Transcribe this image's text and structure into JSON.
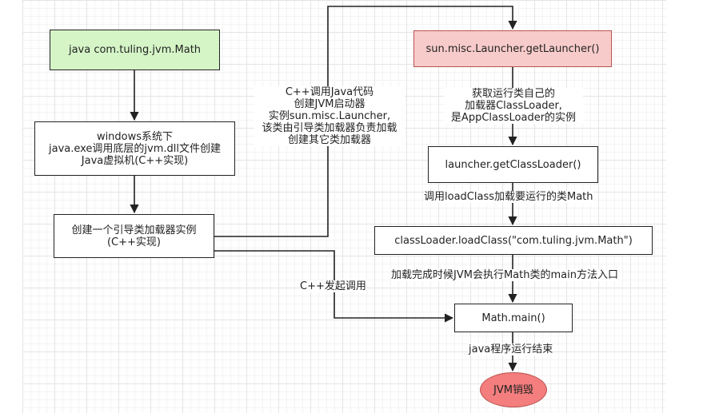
{
  "nodes": {
    "start": "java com.tuling.jvm.Math",
    "windows": [
      "windows系统下",
      "java.exe调用底层的jvm.dll文件创建",
      "Java虚拟机(C++实现)"
    ],
    "bootstrap": [
      "创建一个引导类加载器实例",
      "(C++实现)"
    ],
    "launcher": "sun.misc.Launcher.getLauncher()",
    "getcl": "launcher.getClassLoader()",
    "loadclass": "classLoader.loadClass(\"com.tuling.jvm.Math\")",
    "main": "Math.main()",
    "end": "JVM销毁"
  },
  "labels": {
    "cpp_java": [
      "C++调用Java代码",
      "创建JVM启动器",
      "实例sun.misc.Launcher,",
      "该类由引导类加载器负责加载",
      "创建其它类加载器"
    ],
    "get_cl": [
      "获取运行类自己的",
      "加载器ClassLoader,",
      "是AppClassLoader的实例"
    ],
    "load_math": "调用loadClass加载要运行的类Math",
    "load_done": "加载完成时候JVM会执行Math类的main方法入口",
    "cpp_call": "C++发起调用",
    "java_end": "java程序运行结束"
  },
  "colors": {
    "start_fill": "#d5f5c7",
    "launcher_fill": "#f8cbcb",
    "end_fill": "#f47d7d",
    "line": "#222222",
    "grid": "#e4e4e4"
  }
}
